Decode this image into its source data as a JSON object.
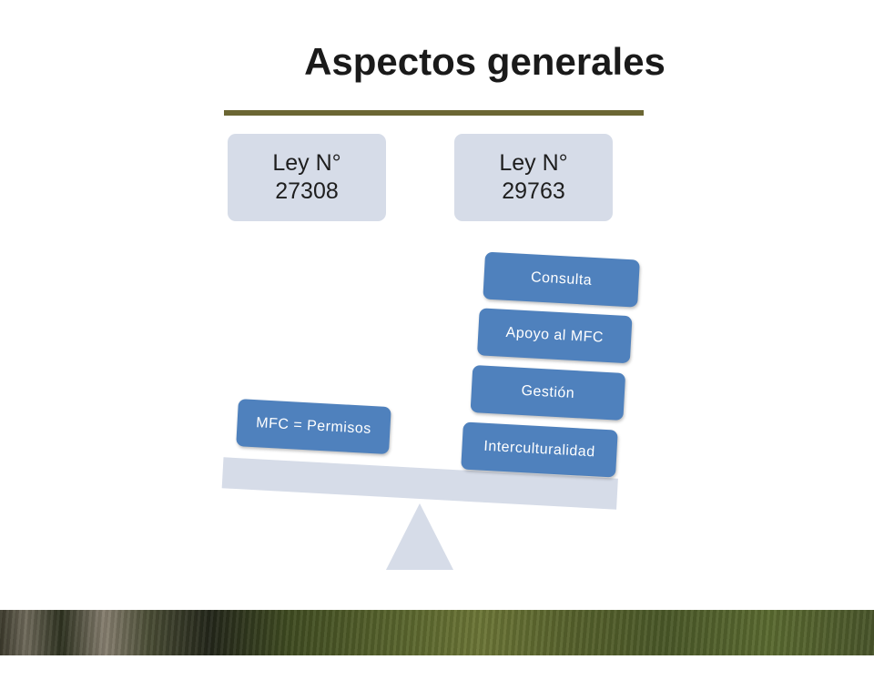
{
  "title": "Aspectos generales",
  "laws": [
    {
      "label": "Ley N° 27308"
    },
    {
      "label": "Ley N° 29763"
    }
  ],
  "balance": {
    "left_items": [
      "MFC = Permisos"
    ],
    "right_items": [
      "Interculturalidad",
      "Gestión",
      "Apoyo al MFC",
      "Consulta"
    ]
  },
  "colors": {
    "title_rule": "#6b6633",
    "law_box": "#d6dce8",
    "tag_fill": "#4f81bd",
    "beam": "#d6dce8"
  }
}
